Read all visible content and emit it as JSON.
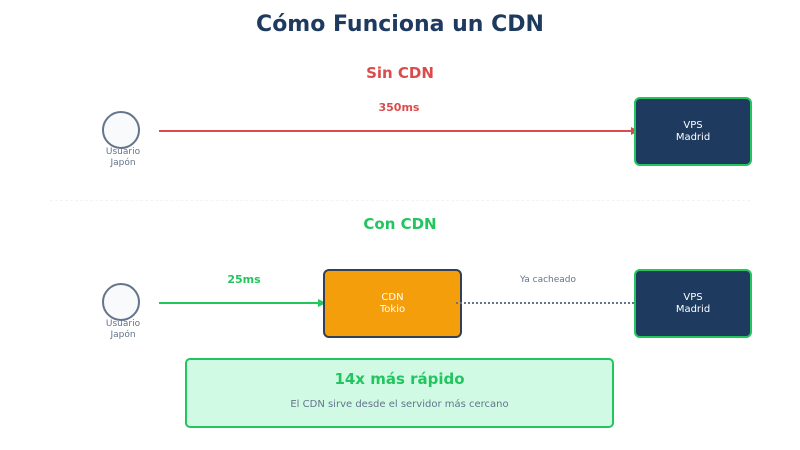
{
  "title": "Cómo Funciona un CDN",
  "without_cdn": {
    "heading": "Sin CDN",
    "latency": "350ms",
    "user": {
      "line1": "Usuario",
      "line2": "Japón"
    },
    "server": {
      "line1": "VPS",
      "line2": "Madrid"
    }
  },
  "with_cdn": {
    "heading": "Con CDN",
    "latency": "25ms",
    "user": {
      "line1": "Usuario",
      "line2": "Japón"
    },
    "edge": {
      "line1": "CDN",
      "line2": "Tokio"
    },
    "cache_note": "Ya cacheado",
    "server": {
      "line1": "VPS",
      "line2": "Madrid"
    }
  },
  "result": {
    "headline": "14x más rápido",
    "description": "El CDN sirve desde el servidor más cercano"
  },
  "colors": {
    "primary": "#1e3a5f",
    "without_cdn": "#dc4b4b",
    "with_cdn": "#22c55e",
    "edge": "#f59e0b",
    "muted": "#64748b"
  }
}
